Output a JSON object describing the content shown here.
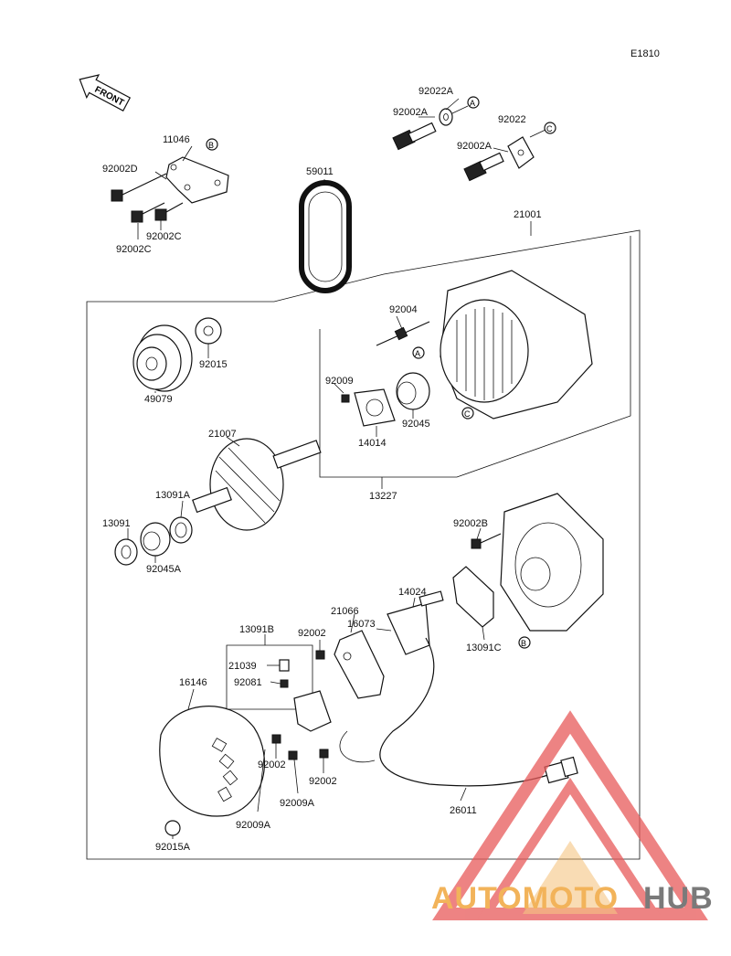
{
  "diagram": {
    "code": "E1810",
    "front_label": "FRONT",
    "parts": {
      "p92022A": "92022A",
      "p92002A_1": "92002A",
      "p92022": "92022",
      "p92002A_2": "92002A",
      "p11046": "11046",
      "p92002D": "92002D",
      "p92002C_1": "92002C",
      "p92002C_2": "92002C",
      "p59011": "59011",
      "p21001": "21001",
      "p92004": "92004",
      "p92015": "92015",
      "p49079": "49079",
      "p92009": "92009",
      "p92045": "92045",
      "p14014": "14014",
      "p21007": "21007",
      "p13227": "13227",
      "p13091A": "13091A",
      "p13091": "13091",
      "p92045A": "92045A",
      "p92002B": "92002B",
      "p14024": "14024",
      "p21066": "21066",
      "p16073": "16073",
      "p13091C": "13091C",
      "p13091B": "13091B",
      "p92002_1": "92002",
      "p21039": "21039",
      "p92081": "92081",
      "p16146": "16146",
      "p92002_2": "92002",
      "p92002_3": "92002",
      "p92009A": "92009A",
      "p92009A_2": "92009A",
      "p26011": "26011",
      "p92015A": "92015A"
    },
    "callouts": {
      "a1": "A",
      "a2": "A",
      "b1": "B",
      "b2": "B",
      "c1": "C",
      "c2": "C"
    }
  },
  "watermark": {
    "text_part1": "AUTOMOTO",
    "text_part2": "HUB",
    "colors": {
      "red": "#e85a5a",
      "orange": "#f2b35a",
      "gray": "#7a7a7a"
    }
  }
}
